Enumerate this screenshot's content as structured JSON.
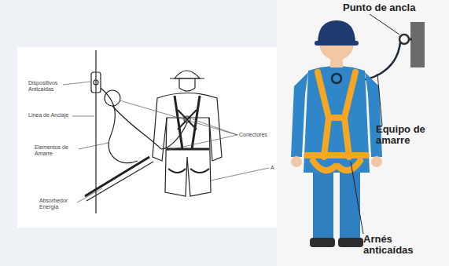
{
  "diagram": {
    "labels": [
      "Dispositivos Anticaidas",
      "Linea de Anclaje",
      "Elementos de Amarre",
      "Absorbedor Energia",
      "Conectores",
      "A",
      "Punto de ancla",
      "Equipo de amarre",
      "Arnés anticaídas"
    ]
  }
}
